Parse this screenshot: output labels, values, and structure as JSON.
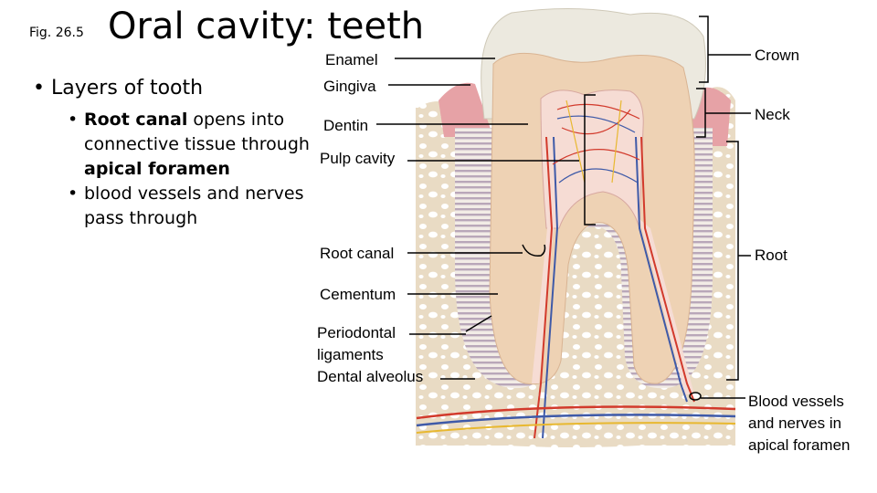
{
  "fig_label": "Fig. 26.5",
  "title": "Oral cavity: teeth",
  "bullet_main": "Layers of tooth",
  "sub_bullets": {
    "item1": {
      "bold1": "Root canal",
      "text1": " opens into connective tissue through ",
      "bold2": "apical foramen"
    },
    "item2": "blood vessels and nerves pass through"
  },
  "labels": {
    "enamel": "Enamel",
    "gingiva": "Gingiva",
    "dentin": "Dentin",
    "pulp_cavity": "Pulp cavity",
    "root_canal": "Root canal",
    "cementum": "Cementum",
    "periodontal_1": "Periodontal",
    "periodontal_2": "ligaments",
    "dental_alveolus": "Dental alveolus",
    "crown": "Crown",
    "neck": "Neck",
    "root": "Root",
    "blood_1": "Blood vessels",
    "blood_2": "and nerves in",
    "blood_3": "apical foramen"
  },
  "colors": {
    "enamel": "#ece9df",
    "dentin": "#eed2b4",
    "pulp": "#f6dcd4",
    "gingiva": "#e6a2a6",
    "bone": "#e9dbc4",
    "ligament": "#c9b3c2",
    "artery": "#d23a2c",
    "vein": "#3f5aa8",
    "nerve": "#e8b830"
  }
}
